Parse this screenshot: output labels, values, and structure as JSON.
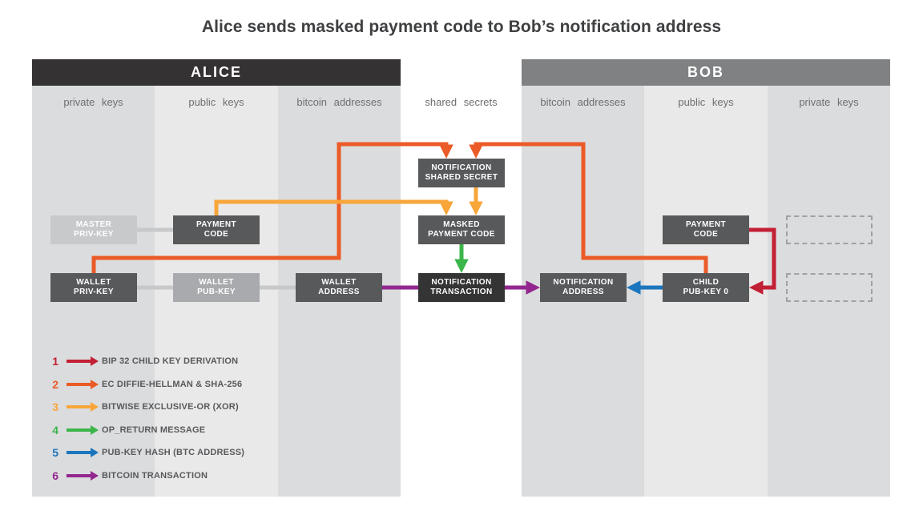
{
  "title": "Alice sends masked payment code to Bob’s notification address",
  "alice": {
    "header": "ALICE",
    "columns": [
      "private keys",
      "public keys",
      "bitcoin addresses"
    ]
  },
  "middle": {
    "column_label": "shared secrets"
  },
  "bob": {
    "header": "BOB",
    "columns": [
      "bitcoin addresses",
      "public keys",
      "private keys"
    ]
  },
  "boxes": {
    "master_priv_key": {
      "line1": "MASTER",
      "line2": "PRIV-KEY"
    },
    "payment_code_alice": {
      "line1": "PAYMENT",
      "line2": "CODE"
    },
    "wallet_priv_key": {
      "line1": "WALLET",
      "line2": "PRIV-KEY"
    },
    "wallet_pub_key": {
      "line1": "WALLET",
      "line2": "PUB-KEY"
    },
    "wallet_address": {
      "line1": "WALLET",
      "line2": "ADDRESS"
    },
    "notification_shared_secret": {
      "line1": "NOTIFICATION",
      "line2": "SHARED SECRET"
    },
    "masked_payment_code": {
      "line1": "MASKED",
      "line2": "PAYMENT CODE"
    },
    "notification_transaction": {
      "line1": "NOTIFICATION",
      "line2": "TRANSACTION"
    },
    "notification_address": {
      "line1": "NOTIFICATION",
      "line2": "ADDRESS"
    },
    "child_pub_key_0": {
      "line1": "CHILD",
      "line2": "PUB-KEY 0"
    },
    "payment_code_bob": {
      "line1": "PAYMENT",
      "line2": "CODE"
    }
  },
  "legend": {
    "items": [
      {
        "number": "1",
        "color": "#c22035",
        "label": "BIP 32 CHILD KEY DERIVATION"
      },
      {
        "number": "2",
        "color": "#eb5b27",
        "label": "EC DIFFIE-HELLMAN & SHA-256"
      },
      {
        "number": "3",
        "color": "#f8a63a",
        "label": "BITWISE EXCLUSIVE-OR (XOR)"
      },
      {
        "number": "4",
        "color": "#3cb54a",
        "label": "OP_RETURN MESSAGE"
      },
      {
        "number": "5",
        "color": "#1c76bd",
        "label": "PUB-KEY HASH (BTC ADDRESS)"
      },
      {
        "number": "6",
        "color": "#93278f",
        "label": "BITCOIN TRANSACTION"
      }
    ]
  },
  "edges": [
    {
      "from": "wallet_priv_key",
      "to": "notification_shared_secret",
      "operation": "EC DIFFIE-HELLMAN & SHA-256"
    },
    {
      "from": "child_pub_key_0",
      "to": "notification_shared_secret",
      "operation": "EC DIFFIE-HELLMAN & SHA-256"
    },
    {
      "from": "payment_code_alice",
      "to": "masked_payment_code",
      "operation": "BITWISE EXCLUSIVE-OR (XOR)"
    },
    {
      "from": "notification_shared_secret",
      "to": "masked_payment_code",
      "operation": "BITWISE EXCLUSIVE-OR (XOR)"
    },
    {
      "from": "masked_payment_code",
      "to": "notification_transaction",
      "operation": "OP_RETURN MESSAGE"
    },
    {
      "from": "wallet_address",
      "to": "notification_transaction",
      "operation": "BITCOIN TRANSACTION"
    },
    {
      "from": "notification_transaction",
      "to": "notification_address",
      "operation": "BITCOIN TRANSACTION"
    },
    {
      "from": "child_pub_key_0",
      "to": "notification_address",
      "operation": "PUB-KEY HASH (BTC ADDRESS)"
    },
    {
      "from": "payment_code_bob",
      "to": "child_pub_key_0",
      "operation": "BIP 32 CHILD KEY DERIVATION"
    },
    {
      "from": "master_priv_key",
      "to": "payment_code_alice",
      "operation": "derived"
    },
    {
      "from": "wallet_priv_key",
      "to": "wallet_pub_key",
      "operation": "derived"
    },
    {
      "from": "wallet_pub_key",
      "to": "wallet_address",
      "operation": "derived"
    }
  ],
  "colors": {
    "alice_header_bg": "#343233",
    "bob_header_bg": "#7f8183",
    "column_dark": "#dbdcdd",
    "column_light": "#e9e9ea",
    "box_dark": "#58595b",
    "box_darker": "#343435",
    "box_light": "#c8c9cb",
    "box_medium": "#a8aaad"
  }
}
